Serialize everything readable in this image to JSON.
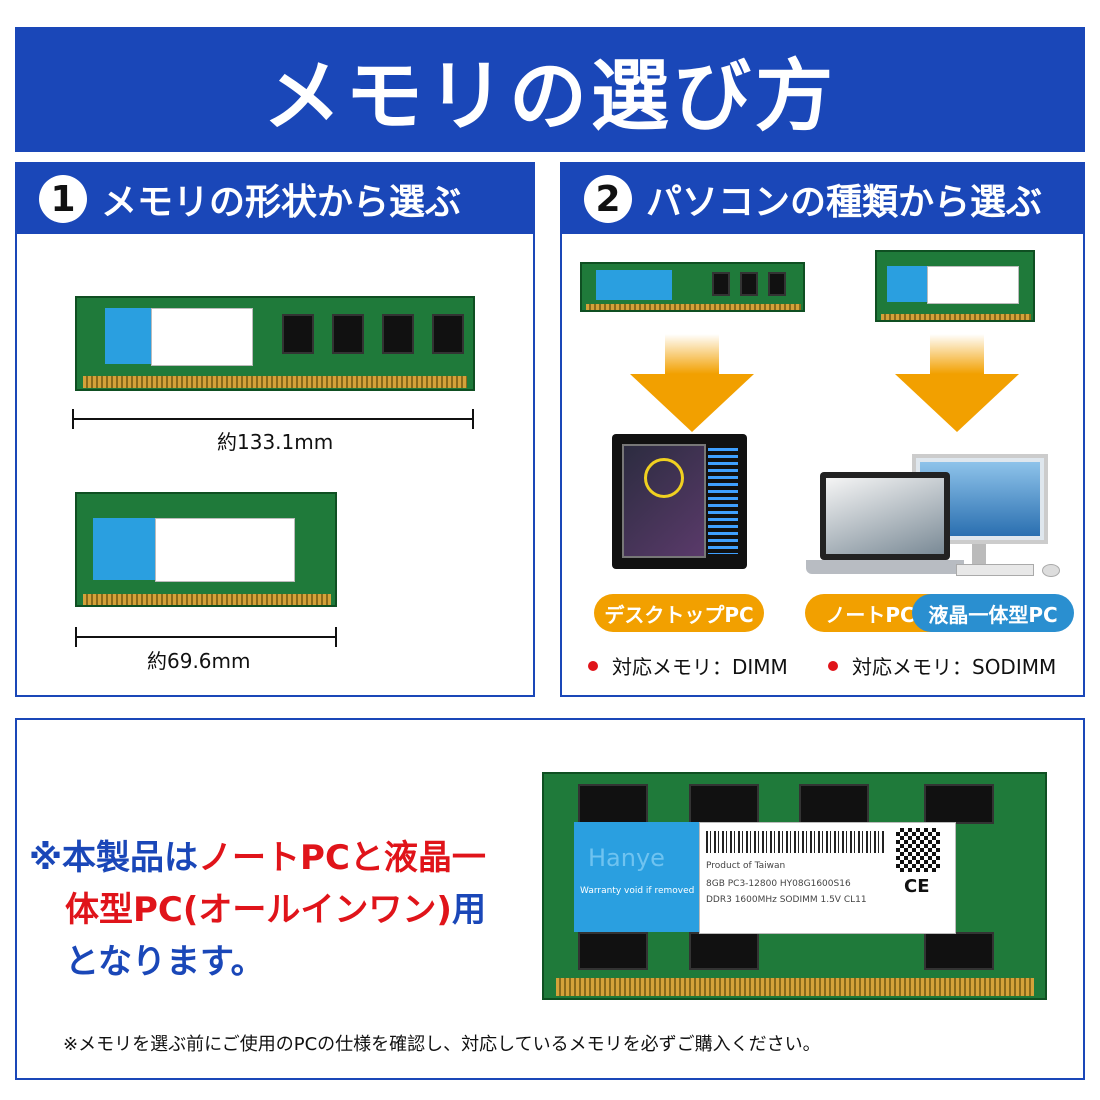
{
  "title": "メモリの選び方",
  "panel1": {
    "number": "1",
    "title": "メモリの形状から選ぶ",
    "dimm_length": "約133.1mm",
    "sodimm_length": "約69.6mm"
  },
  "panel2": {
    "number": "2",
    "title": "パソコンの種類から選ぶ",
    "desktop_label": "デスクトップPC",
    "notebook_label": "ノートPC",
    "allinone_label": "液晶一体型PC",
    "desktop_memory": "対応メモリ：DIMM",
    "notebook_memory": "対応メモリ：SODIMM"
  },
  "module": {
    "brand": "Hanye",
    "product": "Product of Taiwan",
    "spec1": "8GB PC3-12800  HY08G1600S16",
    "spec2": "DDR3 1600MHz SODIMM 1.5V CL11",
    "warranty": "Warranty void if removed",
    "ce": "CE"
  },
  "note": {
    "line1_a": "※本製品は",
    "line1_b": "ノートPCと液晶一",
    "line2_a": "体型PC(オールインワン)",
    "line2_b": "用",
    "line3": "となります。",
    "footer": "※メモリを選ぶ前にご使用のPCの仕様を確認し、対応しているメモリを必ずご購入ください。"
  },
  "colors": {
    "primary_blue": "#1a47b8",
    "orange": "#f2a000",
    "light_blue": "#2a9fe0",
    "red": "#e0141a"
  }
}
